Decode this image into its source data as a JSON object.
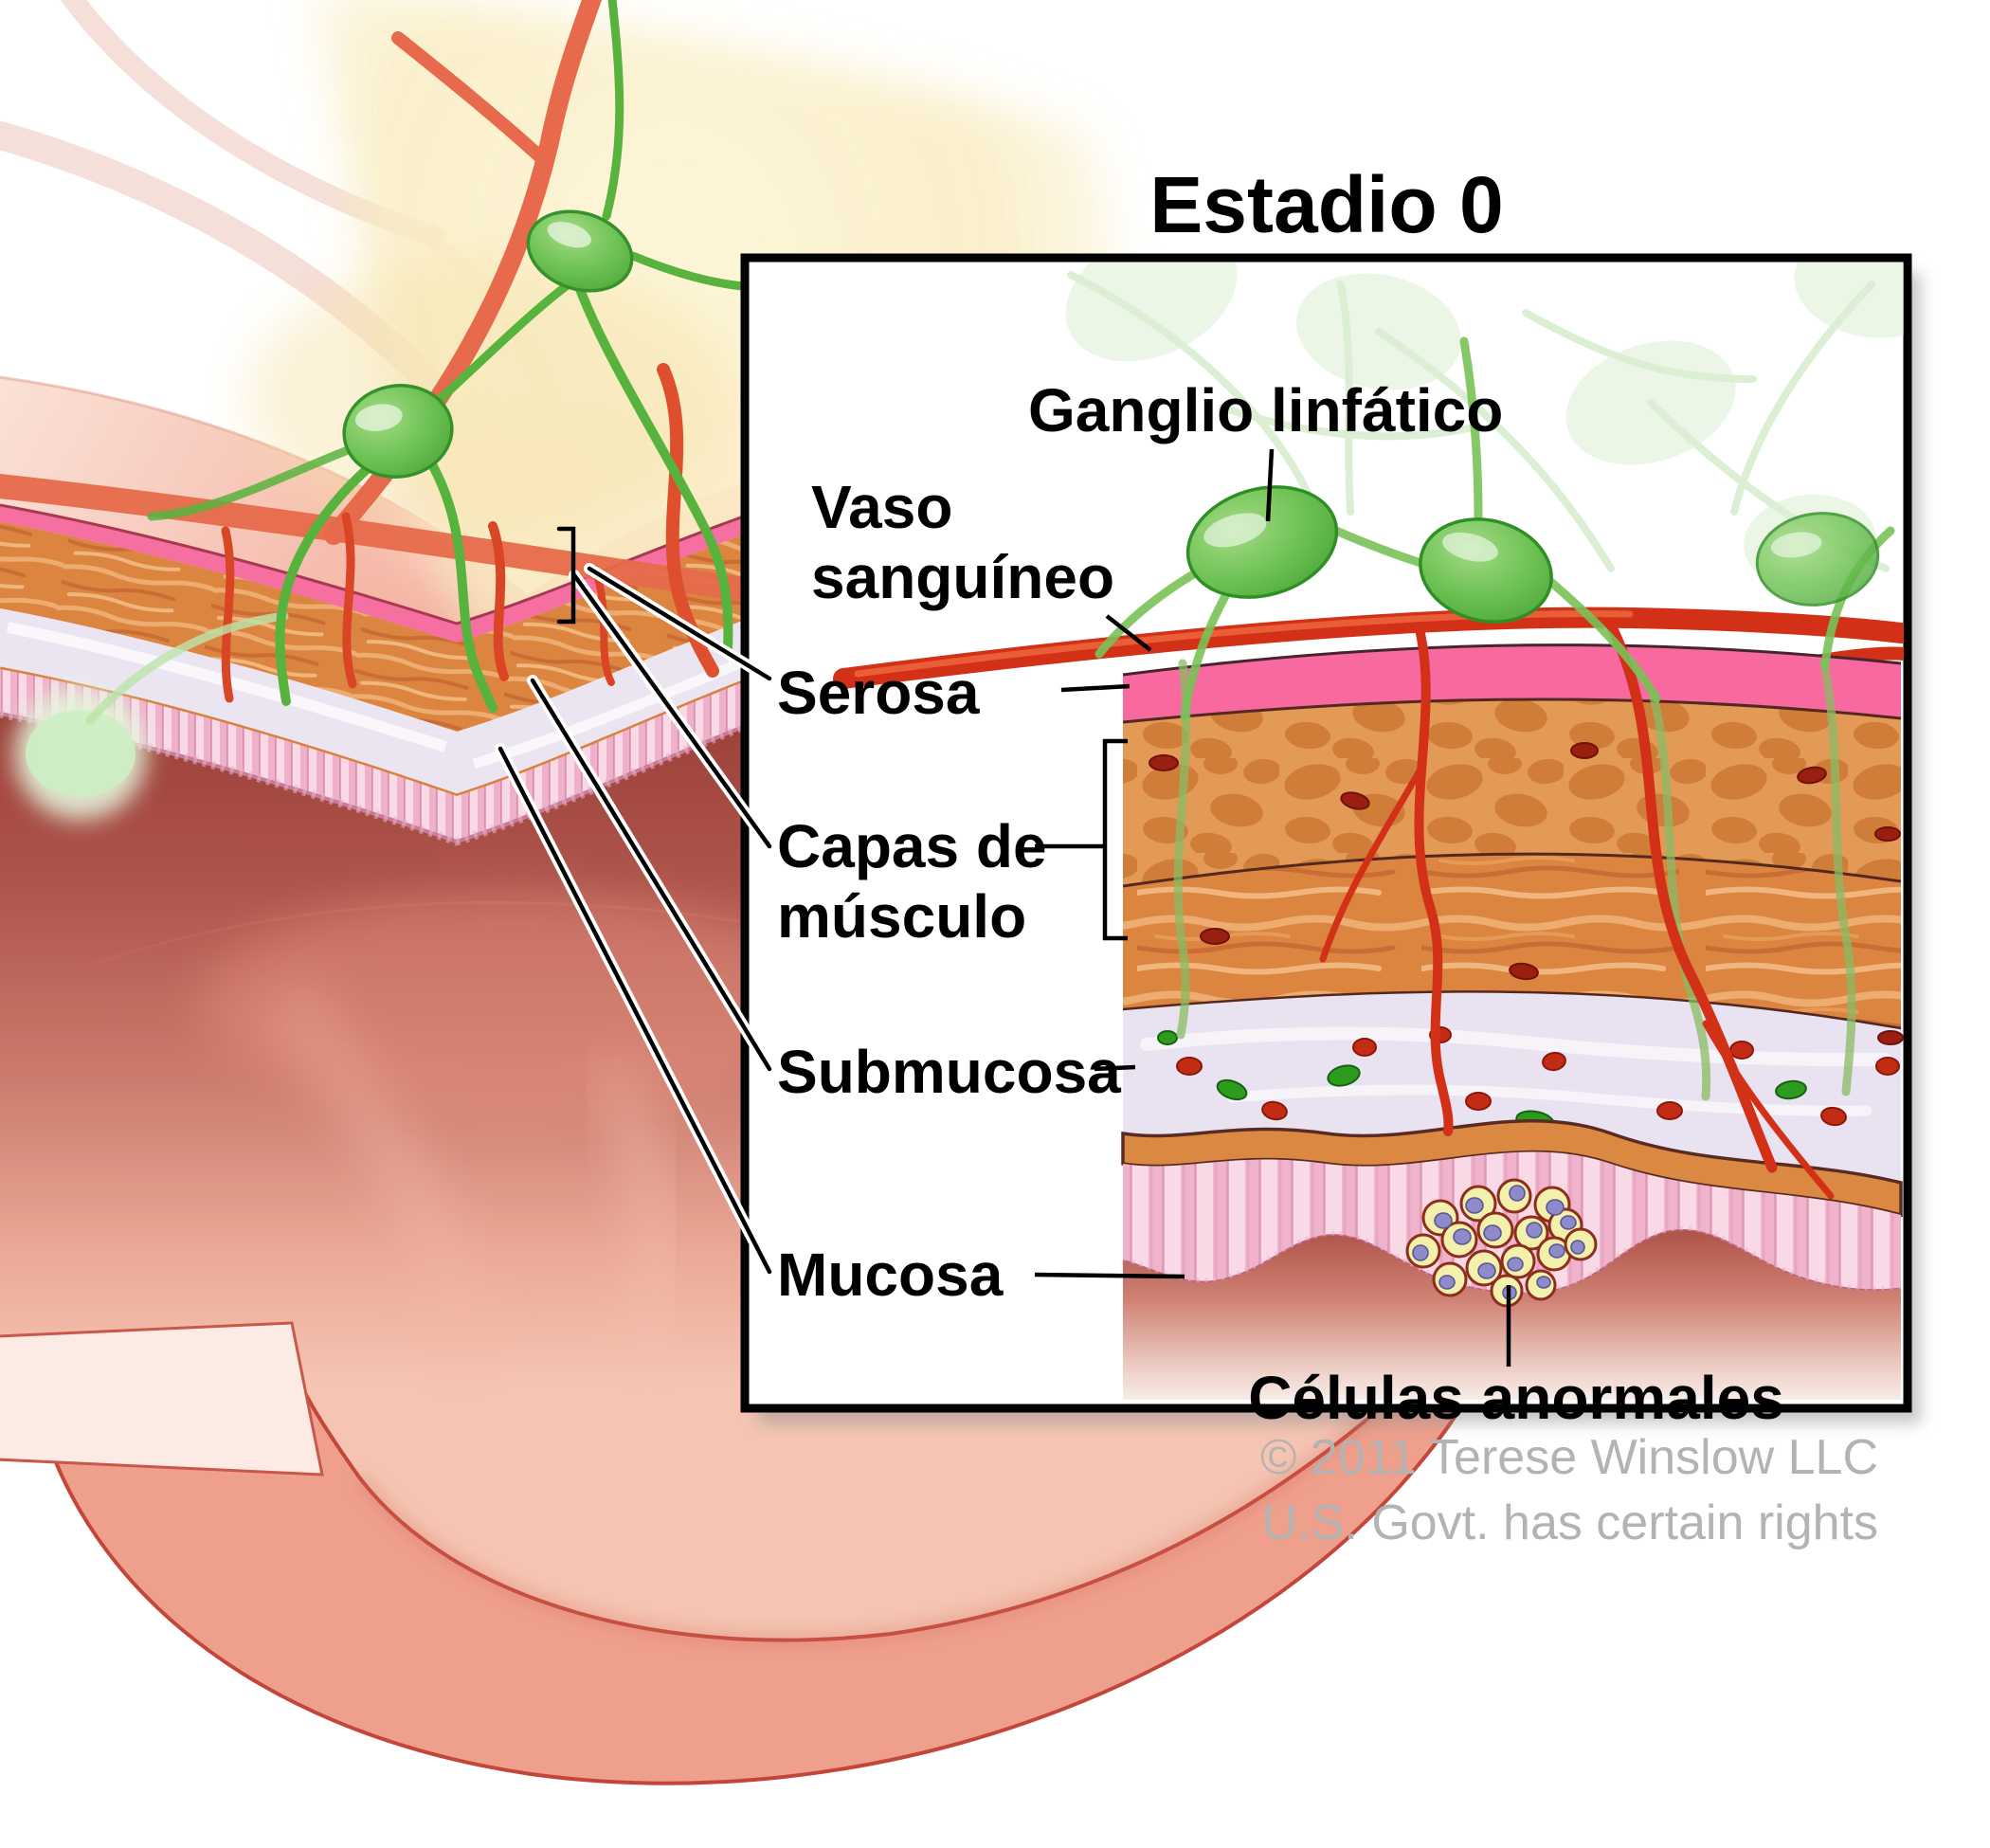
{
  "figure": {
    "title": "Estadio 0",
    "labels": {
      "lymph_node": "Ganglio linfático",
      "blood_vessel_line1": "Vaso",
      "blood_vessel_line2": "sanguíneo",
      "serosa": "Serosa",
      "muscle_layers_line1": "Capas de",
      "muscle_layers_line2": "músculo",
      "submucosa": "Submucosa",
      "mucosa": "Mucosa",
      "abnormal_cells": "Células anormales"
    },
    "copyright": {
      "line1": "© 2011 Terese Winslow LLC",
      "line2": "U.S. Govt. has certain rights"
    },
    "colors": {
      "serosa_pink": "#f7699f",
      "muscle_orange": "#e29a57",
      "muscle_fiber_orange": "#db8540",
      "submucosa_lavender": "#e9e2f0",
      "mucosa_pink": "#f3bed4",
      "lumen_dark_rose": "#a84b40",
      "lymph_green": "#5cb544",
      "vessel_red": "#d23117",
      "abnormal_cell_fill": "#f2f0aa",
      "abnormal_cell_nucleus": "#8f8bcb",
      "copyright_gray": "#b3b3b3"
    }
  }
}
